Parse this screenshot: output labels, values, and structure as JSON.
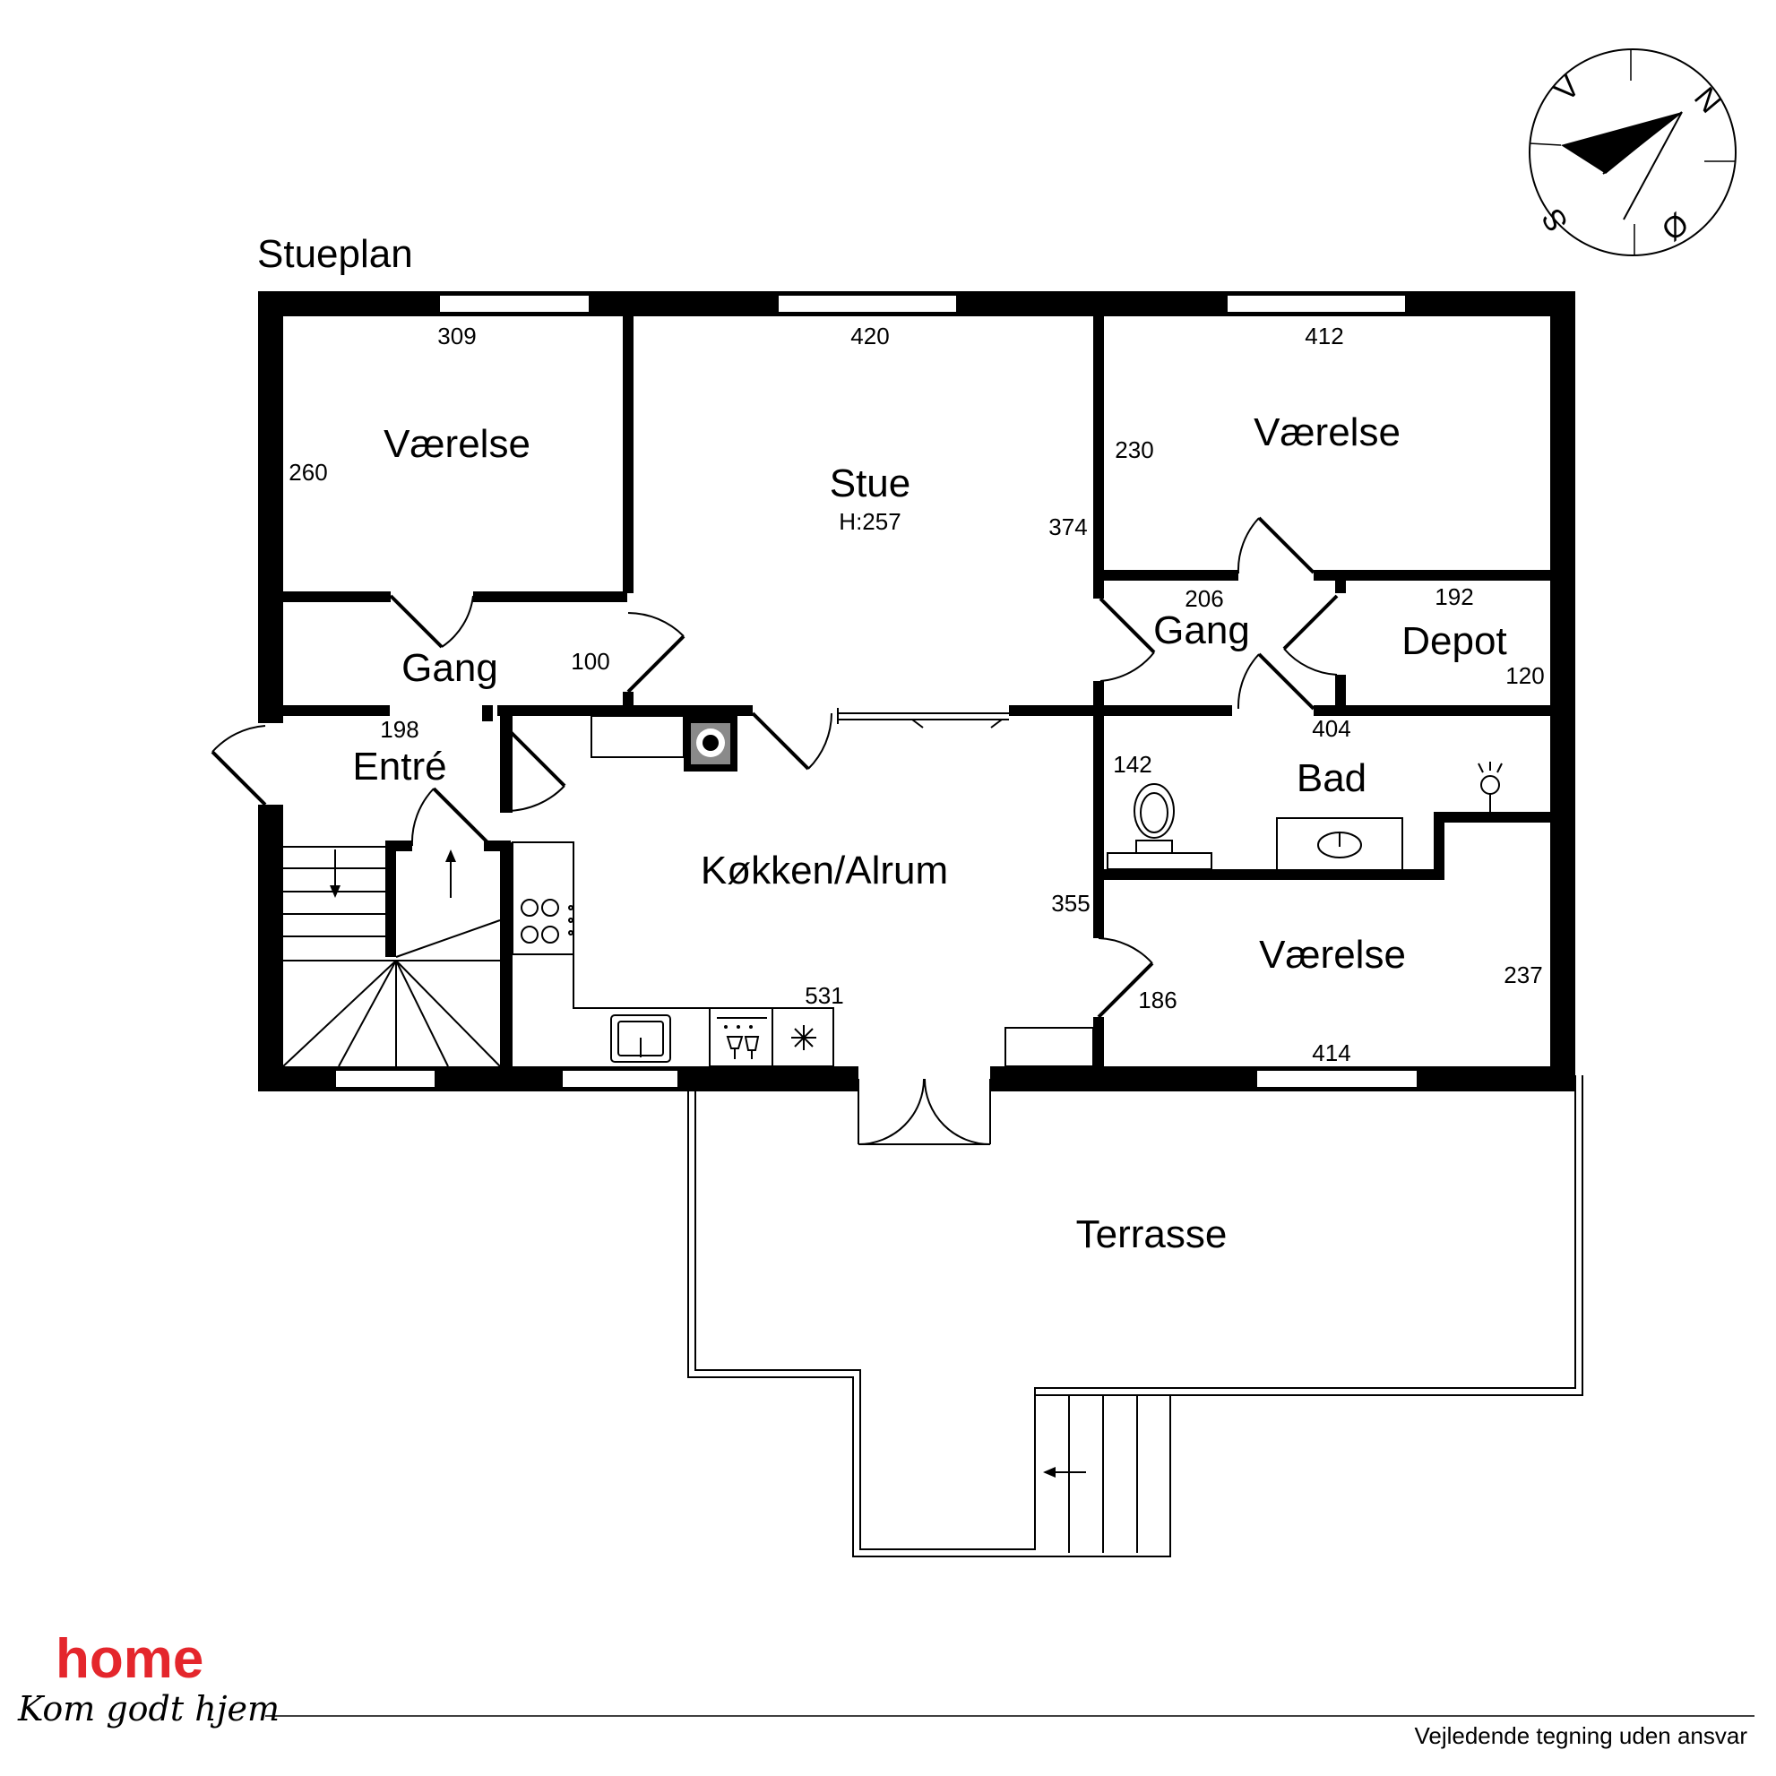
{
  "plan_title": "Stueplan",
  "compass": {
    "n": "N",
    "s": "S",
    "v": "V",
    "o": "Ø"
  },
  "rooms": {
    "vaerelse_nw": "Værelse",
    "stue": "Stue",
    "stue_height": "H:257",
    "vaerelse_ne": "Værelse",
    "gang_w": "Gang",
    "gang_e": "Gang",
    "depot": "Depot",
    "entre": "Entré",
    "bad": "Bad",
    "kokken": "Køkken/Alrum",
    "vaerelse_se": "Værelse",
    "terrasse": "Terrasse"
  },
  "dimensions": {
    "d309": "309",
    "d420": "420",
    "d412": "412",
    "d260": "260",
    "d230": "230",
    "d374": "374",
    "d206": "206",
    "d192": "192",
    "d100": "100",
    "d120": "120",
    "d198": "198",
    "d404": "404",
    "d142": "142",
    "d355": "355",
    "d531": "531",
    "d186": "186",
    "d237": "237",
    "d414": "414"
  },
  "brand": {
    "name": "home",
    "tagline": "Kom godt hjem",
    "color": "#e4262c"
  },
  "footer": {
    "disclaimer": "Vejledende tegning uden ansvar"
  }
}
